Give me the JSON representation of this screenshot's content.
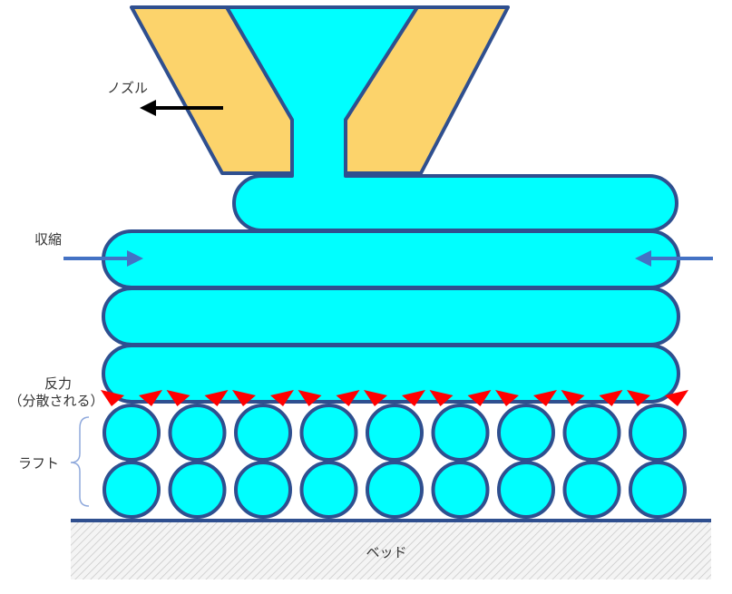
{
  "labels": {
    "nozzle": "ノズル",
    "shrink": "収縮",
    "reaction_line1": "反力",
    "reaction_line2": "（分散される）",
    "raft": "ラフト",
    "bed": "ベッド"
  },
  "colors": {
    "filament": "#00ffff",
    "outline": "#2f4f8f",
    "nozzle": "#fcd36b",
    "arrow_black": "#000000",
    "arrow_blue": "#4472c4",
    "reaction": "#ff0000",
    "bed_hatch": "#c8c8c8",
    "brace": "#8fa9dc"
  },
  "raft": {
    "rows": 2,
    "columns": 9
  },
  "reaction_arrow_count": 18,
  "layers": {
    "stacked_layers": 3,
    "top_layer": 1
  }
}
